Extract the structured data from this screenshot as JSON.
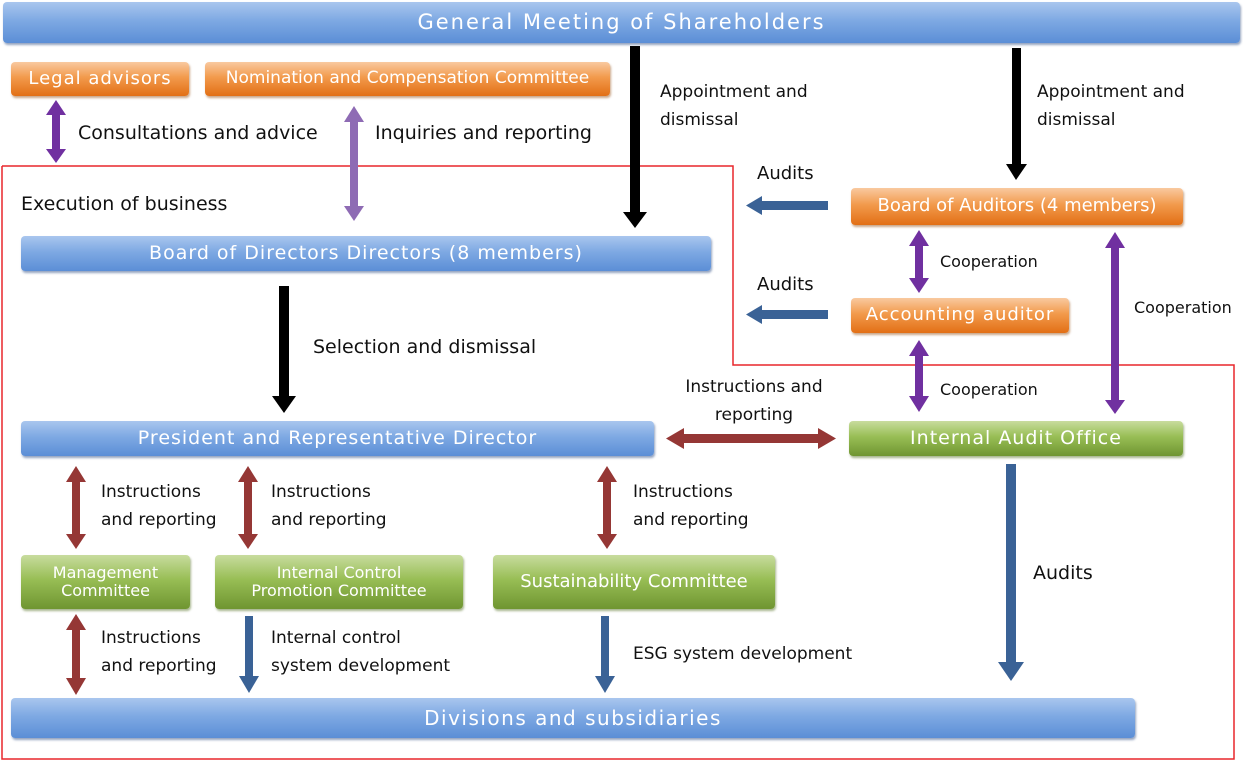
{
  "boxes": {
    "shareholders": "General Meeting of Shareholders",
    "legal_advisors": "Legal advisors",
    "nomination": "Nomination and Compensation Committee",
    "board_directors": "Board of Directors  Directors (8 members)",
    "board_auditors": "Board of Auditors (4 members)",
    "accounting_auditor": "Accounting auditor",
    "president": "President and Representative Director",
    "internal_audit": "Internal Audit Office",
    "management_committee": [
      "Management",
      "Committee"
    ],
    "internal_control_committee": [
      "Internal Control",
      "Promotion Committee"
    ],
    "sustainability_committee": "Sustainability Committee",
    "divisions": "Divisions and subsidiaries"
  },
  "labels": {
    "consultations": "Consultations and advice",
    "inquiries": "Inquiries and reporting",
    "appointment_left": [
      "Appointment and",
      "dismissal"
    ],
    "appointment_right": [
      "Appointment and",
      "dismissal"
    ],
    "execution": "Execution of business",
    "audits_top": "Audits",
    "audits_mid": "Audits",
    "cooperation_auditors": "Cooperation",
    "cooperation_right": "Cooperation",
    "cooperation_accounting": "Cooperation",
    "selection": "Selection and dismissal",
    "instructions_center": [
      "Instructions and",
      "reporting"
    ],
    "instructions_mgmt": [
      "Instructions",
      "and reporting"
    ],
    "instructions_ic": [
      "Instructions",
      "and reporting"
    ],
    "instructions_sust": [
      "Instructions",
      "and reporting"
    ],
    "instructions_mgmt_lower": [
      "Instructions",
      "and reporting"
    ],
    "internal_control_dev": [
      "Internal control",
      "system development"
    ],
    "esg_dev": "ESG system development",
    "audits_internal": "Audits"
  },
  "colors": {
    "frame": "#e8262b",
    "arrow_black": "#000000",
    "arrow_purple": "#7030a0",
    "arrow_lavender": "#8e6bb4",
    "arrow_red": "#953735",
    "arrow_blue": "#3a6296"
  }
}
